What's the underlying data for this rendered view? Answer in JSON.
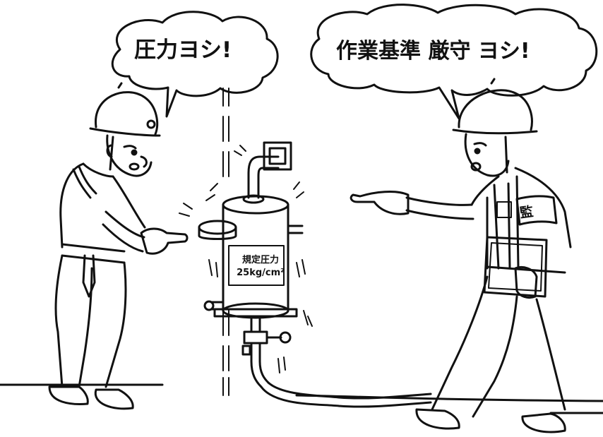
{
  "speech_bubbles": {
    "left_worker": "圧力ヨシ!",
    "right_worker": "作業基準 厳守 ヨシ!"
  },
  "tank": {
    "label_line1": "規定圧力",
    "label_line2": "25kg/cm²"
  },
  "armband": {
    "text": "監"
  },
  "colors": {
    "ink": "#111111",
    "paper": "#ffffff"
  }
}
